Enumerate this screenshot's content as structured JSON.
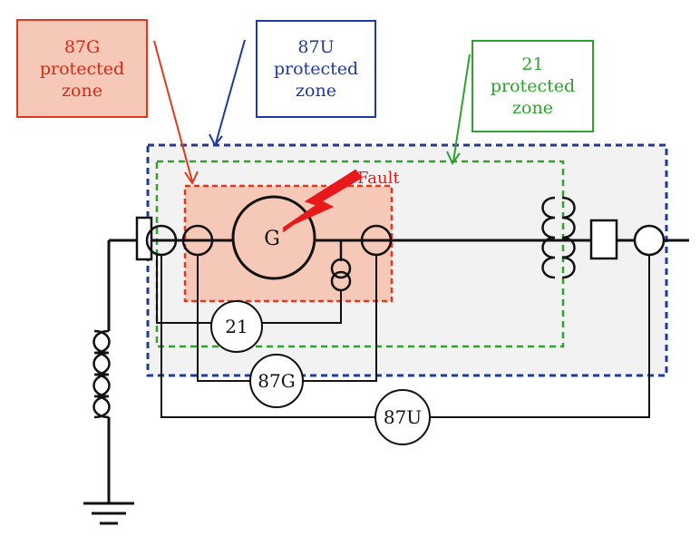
{
  "zones": {
    "g87": {
      "lines": [
        "87G",
        "protected",
        "zone"
      ],
      "color": "#e03a1c"
    },
    "u87": {
      "lines": [
        "87U",
        "protected",
        "zone"
      ],
      "color": "#1f3a9a"
    },
    "r21": {
      "lines": [
        "21",
        "protected",
        "zone"
      ],
      "color": "#2ea12e"
    }
  },
  "fault_label": "Fault",
  "generator_label": "G",
  "relays": {
    "r21": "21",
    "r87g": "87G",
    "r87u": "87U"
  },
  "colors": {
    "line": "#111111",
    "fault": "#e8191b",
    "gen_zone_fill": "#f6c8b8"
  }
}
